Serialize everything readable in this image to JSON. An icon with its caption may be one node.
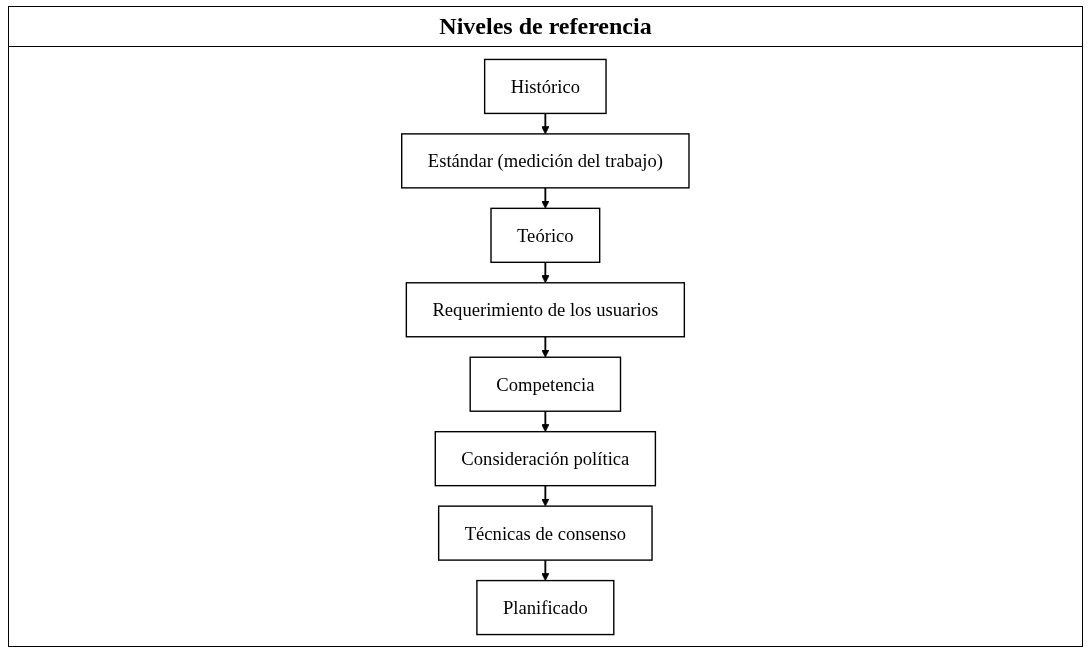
{
  "diagram": {
    "title": "Niveles de referencia",
    "nodes": [
      {
        "text": [
          "Histórico"
        ]
      },
      {
        "text": [
          "Estándar (medición del trabajo)"
        ]
      },
      {
        "text": [
          "Teórico"
        ]
      },
      {
        "text": [
          "Requerimiento de los usuarios"
        ]
      },
      {
        "text": [
          "Competencia"
        ]
      },
      {
        "text": [
          "Consideración política"
        ]
      },
      {
        "text": [
          "Técnicas de consenso"
        ]
      },
      {
        "text": [
          "Planificado"
        ]
      }
    ],
    "edges": [
      {
        "from": 0,
        "to": 1,
        "arrow": "to"
      },
      {
        "from": 1,
        "to": 2,
        "arrow": "to"
      },
      {
        "from": 2,
        "to": 3,
        "arrow": "to"
      },
      {
        "from": 3,
        "to": 4,
        "arrow": "to"
      },
      {
        "from": 4,
        "to": 5,
        "arrow": "to"
      },
      {
        "from": 5,
        "to": 6,
        "arrow": "to"
      },
      {
        "from": 6,
        "to": 7,
        "arrow": "to"
      }
    ]
  }
}
